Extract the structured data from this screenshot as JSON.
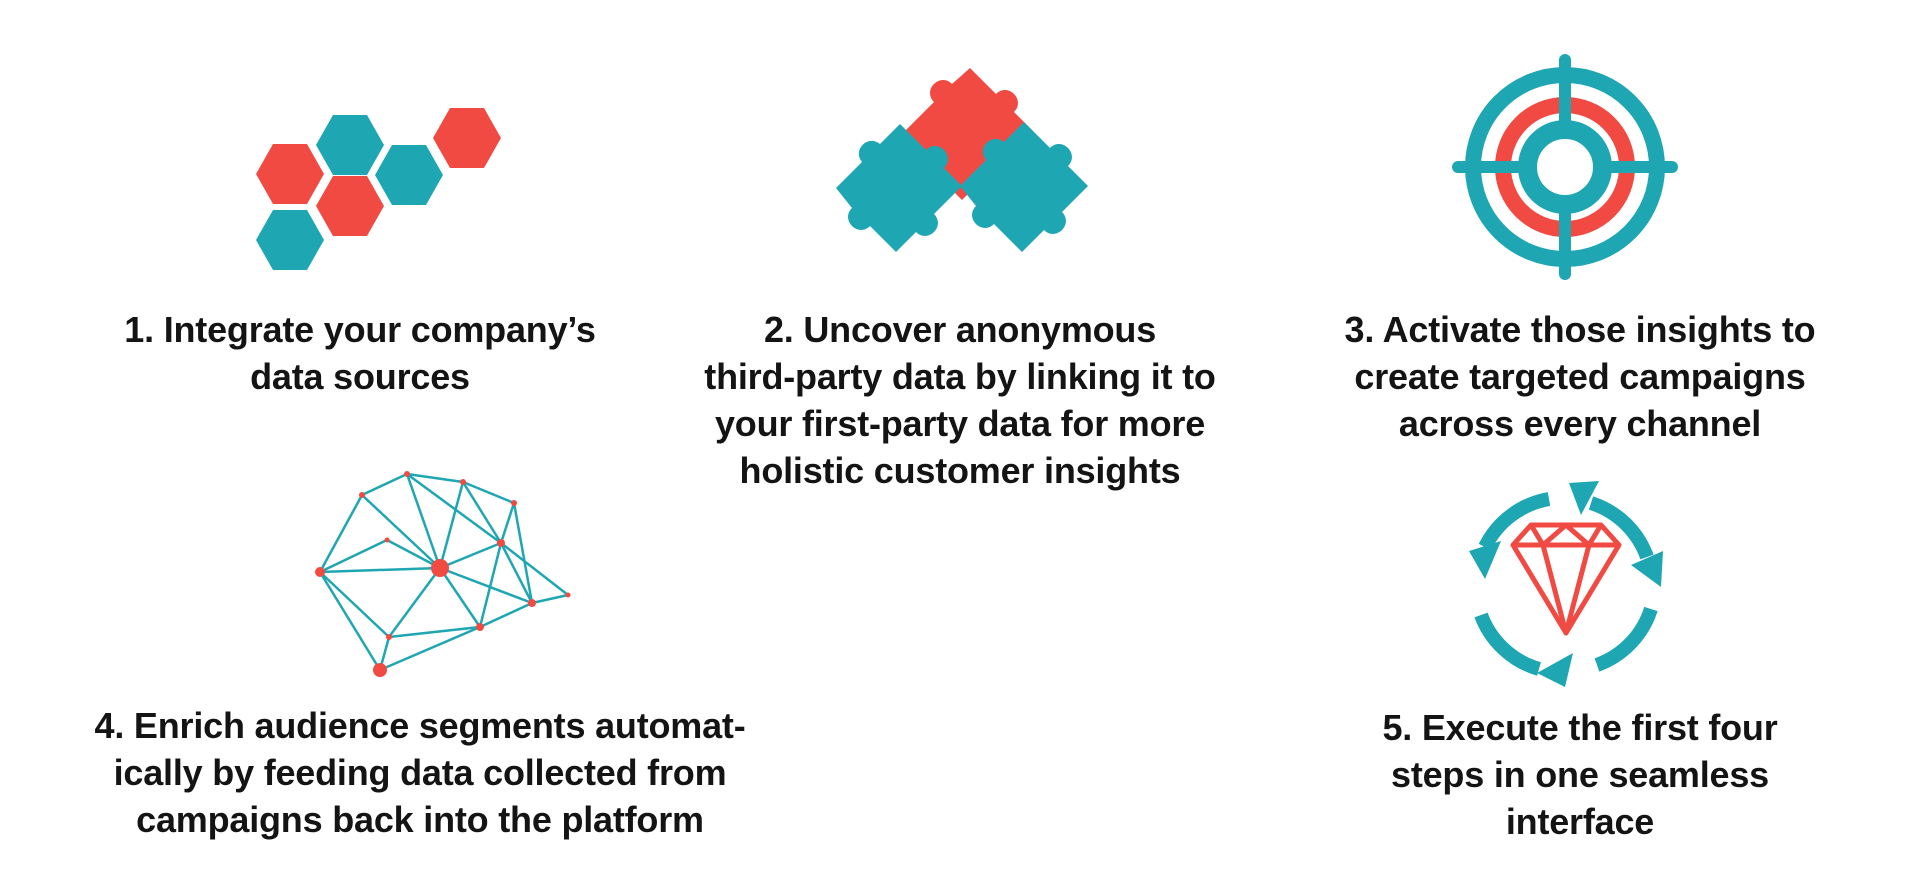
{
  "colors": {
    "teal": "#1ea6b3",
    "red": "#f04a43",
    "text": "#141414"
  },
  "steps": [
    {
      "icon": "hexagons-icon",
      "text": "1. Integrate your company’s\ndata sources"
    },
    {
      "icon": "puzzle-pieces-icon",
      "text": "2. Uncover anonymous\nthird-party data by linking it to\nyour first-party data for more\nholistic customer insights"
    },
    {
      "icon": "target-crosshair-icon",
      "text": "3. Activate those insights to\ncreate targeted campaigns\nacross every channel"
    },
    {
      "icon": "network-graph-icon",
      "text": "4. Enrich audience segments automat-\nically by feeding data collected from\ncampaigns back into the platform"
    },
    {
      "icon": "cycle-diamond-icon",
      "text": "5. Execute the first four\nsteps in one seamless\ninterface"
    }
  ]
}
